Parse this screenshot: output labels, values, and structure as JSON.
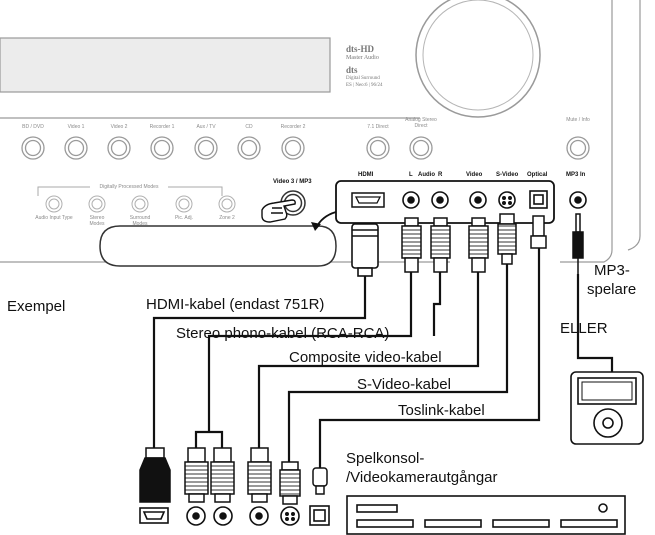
{
  "receiver": {
    "logos": {
      "dts_hd": "dts-HD",
      "master_audio": "Master Audio",
      "dts": "dts",
      "digital_surround": "Digital Surround",
      "formats": "ES | Neo:6 | 96/24"
    },
    "source_buttons": [
      "BD / DVD",
      "Video 1",
      "Video 2",
      "Recorder 1",
      "Aux / TV",
      "CD",
      "Recorder 2",
      "7.1 Direct",
      "Analog Stereo Direct",
      "Mute / Info"
    ],
    "modes_header": "Digitally Processed Modes",
    "mode_buttons": [
      "Audio Input Type",
      "Stereo Modes",
      "Surround Modes",
      "Pic. Adj.",
      "Zone 2"
    ],
    "video3_label": "Video 3 / MP3",
    "jack_labels": {
      "hdmi": "HDMI",
      "audio_l": "L",
      "audio": "Audio",
      "audio_r": "R",
      "video": "Video",
      "svideo": "S-Video",
      "optical": "Optical",
      "mp3in": "MP3 In"
    }
  },
  "labels": {
    "example": "Exempel",
    "hdmi_cable": "HDMI-kabel (endast 751R)",
    "stereo_cable": "Stereo phono-kabel (RCA-RCA)",
    "composite_cable": "Composite video-kabel",
    "svideo_cable": "S-Video-kabel",
    "toslink_cable": "Toslink-kabel",
    "mp3_player_line1": "MP3-",
    "mp3_player_line2": "spelare",
    "or": "ELLER",
    "console_line1": "Spelkonsol-",
    "console_line2": "/Videokameraut­gångar"
  }
}
